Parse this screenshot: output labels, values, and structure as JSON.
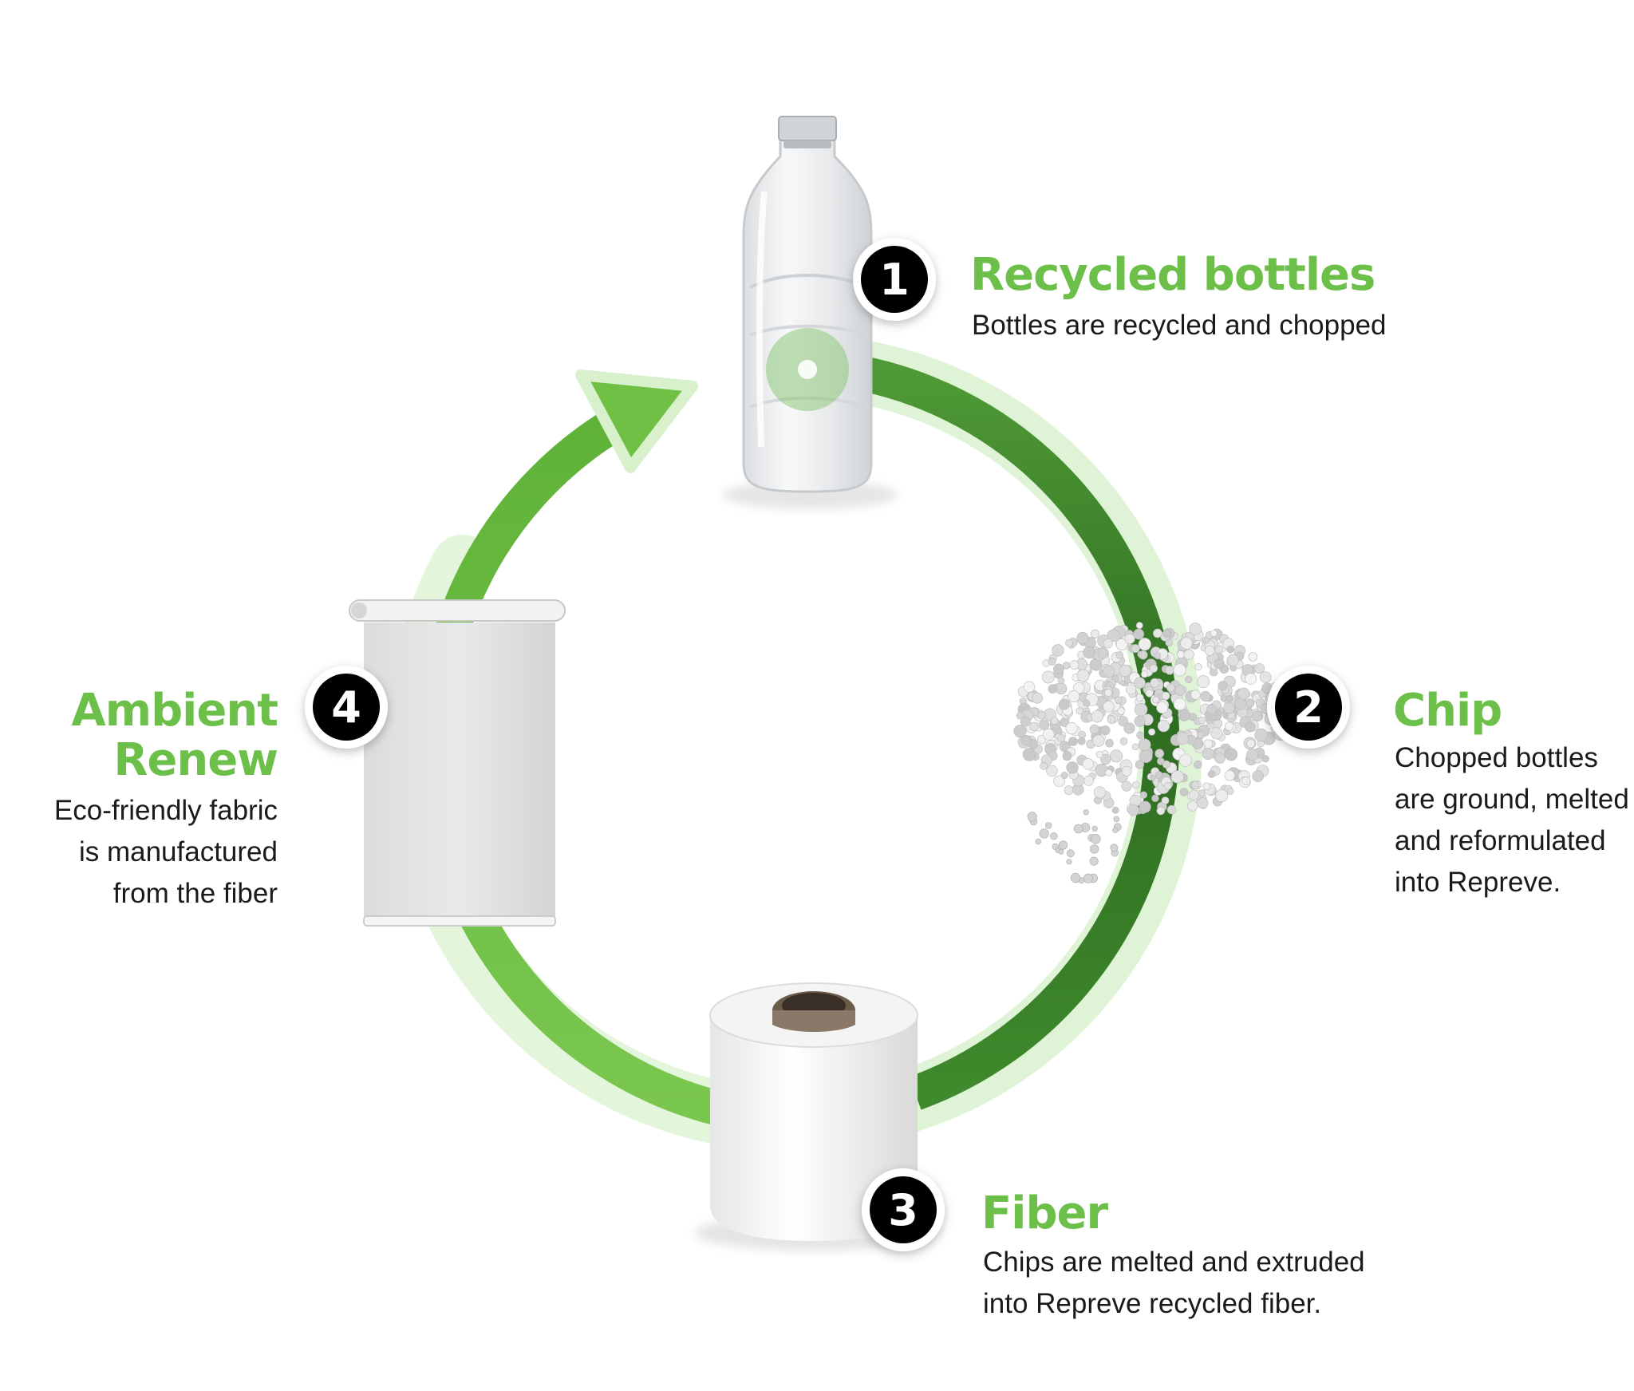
{
  "colors": {
    "ring_light": "#d9f2cf",
    "ring_dark": "#3d7d2b",
    "ring_mid": "#5aa33e",
    "ring_bright": "#72c044",
    "title_green": "#6cc04a",
    "badge": "#000000",
    "text": "#1a1a1a"
  },
  "steps": [
    {
      "number": "1",
      "title": "Recycled bottles",
      "description": [
        "Bottles are recycled and chopped"
      ],
      "icon": "plastic-bottle-icon"
    },
    {
      "number": "2",
      "title": "Chip",
      "description": [
        "Chopped bottles",
        "are ground, melted",
        "and reformulated",
        "into Repreve."
      ],
      "icon": "pellet-pile-icon"
    },
    {
      "number": "3",
      "title": "Fiber",
      "description": [
        "Chips are melted and extruded",
        "into Repreve recycled fiber."
      ],
      "icon": "fiber-spool-icon"
    },
    {
      "number": "4",
      "title_lines": [
        "Ambient",
        "Renew"
      ],
      "description": [
        "Eco-friendly fabric",
        "is manufactured",
        "from the fiber"
      ],
      "icon": "roller-shade-icon"
    }
  ]
}
